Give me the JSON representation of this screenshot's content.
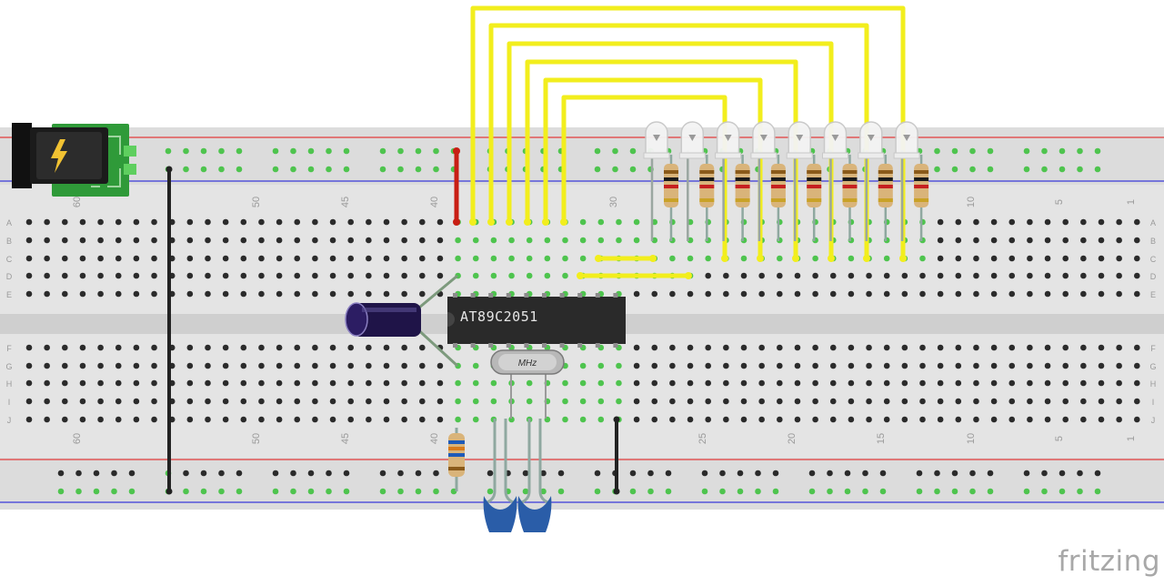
{
  "app": {
    "brand": "fritzing"
  },
  "breadboard": {
    "row_letters": [
      "A",
      "B",
      "C",
      "D",
      "E",
      "F",
      "G",
      "H",
      "I",
      "J"
    ],
    "column_numbers_top": [
      "60",
      "50",
      "45",
      "40",
      "30",
      "10",
      "5",
      "1"
    ],
    "column_numbers_bottom": [
      "60",
      "50",
      "45",
      "40",
      "25",
      "20",
      "15",
      "10",
      "5",
      "1"
    ]
  },
  "components": {
    "ic": {
      "label": "AT89C2051"
    },
    "crystal": {
      "label": "MHz"
    },
    "power_jack": {
      "icon": "lightning-icon"
    },
    "led_count": 8
  },
  "colors": {
    "wire_yellow": "#f2ee1d",
    "wire_red": "#c81e14",
    "wire_black": "#222222",
    "breadboard": "#dcdcdc",
    "rail_red_line": "#e23b3b",
    "rail_blue_line": "#3a3ad8",
    "pcb_green": "#2f9a39",
    "capacitor": "#1f1448",
    "ceramic_cap": "#2a5da8",
    "hole_connected": "#4ec44e"
  }
}
